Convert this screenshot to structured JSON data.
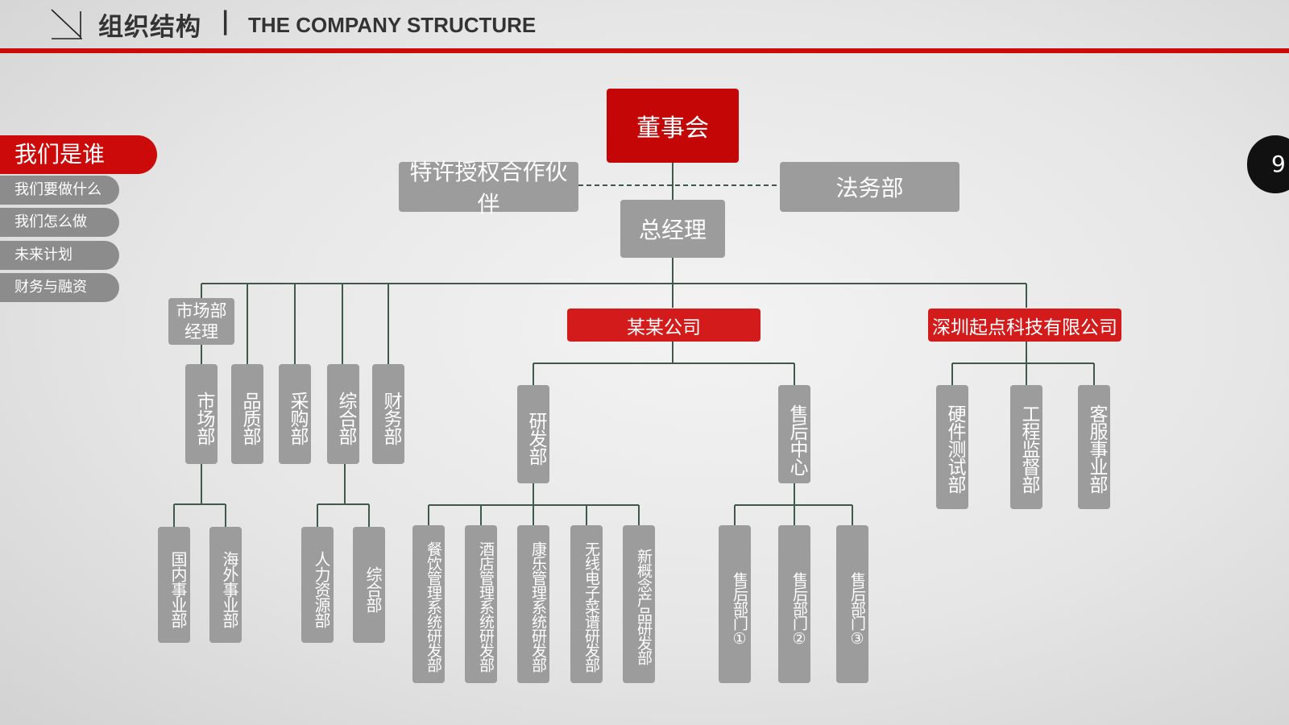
{
  "header": {
    "title_cn": "组织结构",
    "separator": "|",
    "title_en": "THE COMPANY STRUCTURE"
  },
  "nav": {
    "active": "我们是谁",
    "items": [
      "我们要做什么",
      "我们怎么做",
      "未来计划",
      "财务与融资"
    ]
  },
  "page_number": "9",
  "colors": {
    "accent": "#cc0a0a",
    "node_gray": "#9c9c9c",
    "node_red": "#d31b1b",
    "line": "#3f5a4a"
  },
  "org": {
    "board": "董事会",
    "franchise": "特许授权合作伙伴",
    "legal": "法务部",
    "gm": "总经理",
    "market_manager": "市场部经理",
    "departments": [
      "市场部",
      "品质部",
      "采购部",
      "综合部",
      "财务部"
    ],
    "market_subs": [
      "国内事业部",
      "海外事业部"
    ],
    "general_subs": [
      "人力资源部",
      "综合部"
    ],
    "company_a": {
      "name": "某某公司",
      "rd": "研发部",
      "aftersales": "售后中心",
      "rd_subs": [
        "餐饮管理系统研发部",
        "酒店管理系统研发部",
        "康乐管理系统研发部",
        "无线电子菜谱研发部",
        "新概念产品研发部"
      ],
      "aftersales_subs": [
        "售后部门①",
        "售后部门②",
        "售后部门③"
      ]
    },
    "company_b": {
      "name": "深圳起点科技有限公司",
      "subs": [
        "硬件测试部",
        "工程监督部",
        "客服事业部"
      ]
    }
  }
}
